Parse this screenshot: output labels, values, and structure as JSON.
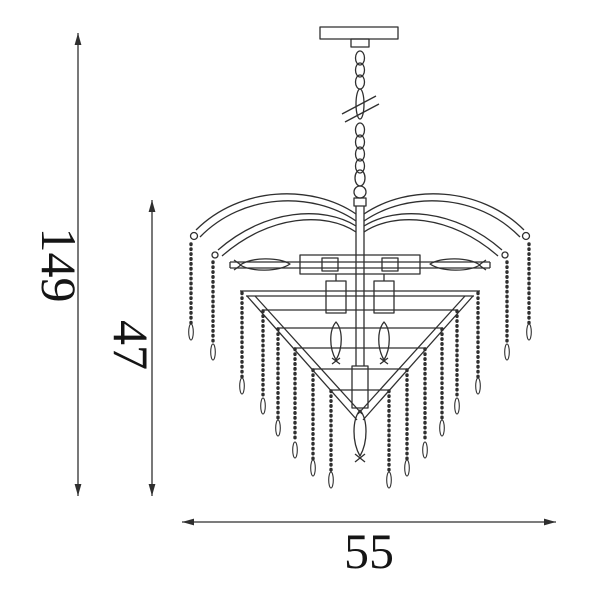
{
  "diagram": {
    "subject": "chandelier",
    "background_color": "#ffffff",
    "line_color": "#2f2f2f",
    "dimensions": {
      "total_height": {
        "value": "149",
        "orientation": "vertical"
      },
      "body_height": {
        "value": "47",
        "orientation": "vertical"
      },
      "width": {
        "value": "55",
        "orientation": "horizontal"
      }
    }
  }
}
